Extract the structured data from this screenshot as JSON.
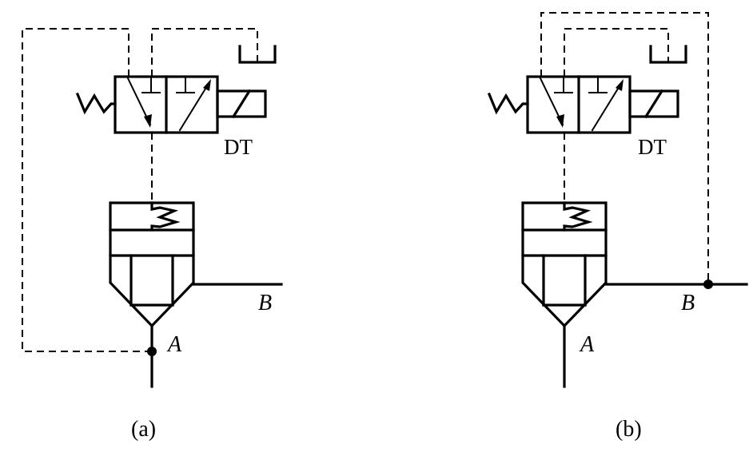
{
  "diagrams": [
    {
      "caption": "(a)",
      "solenoid_label": "DT",
      "port_a": "A",
      "port_b": "B"
    },
    {
      "caption": "(b)",
      "solenoid_label": "DT",
      "port_a": "A",
      "port_b": "B"
    }
  ]
}
